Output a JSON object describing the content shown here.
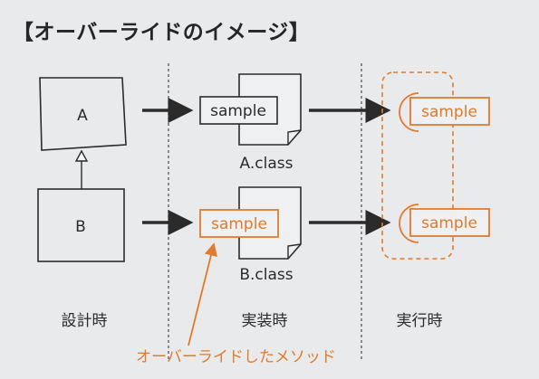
{
  "title": "【オーバーライドのイメージ】",
  "classes": {
    "a_name": "A",
    "b_name": "B"
  },
  "methods": {
    "a_method": "sample",
    "b_method": "sample",
    "runtime_a_method": "sample",
    "runtime_b_method": "sample"
  },
  "files": {
    "a_file": "A.class",
    "b_file": "B.class"
  },
  "phases": [
    "設計時",
    "実装時",
    "実行時"
  ],
  "callout": "オーバーライドしたメソッド",
  "colors": {
    "ink": "#2b2b2b",
    "accent": "#e07a2e",
    "background": "#e9eaec"
  }
}
